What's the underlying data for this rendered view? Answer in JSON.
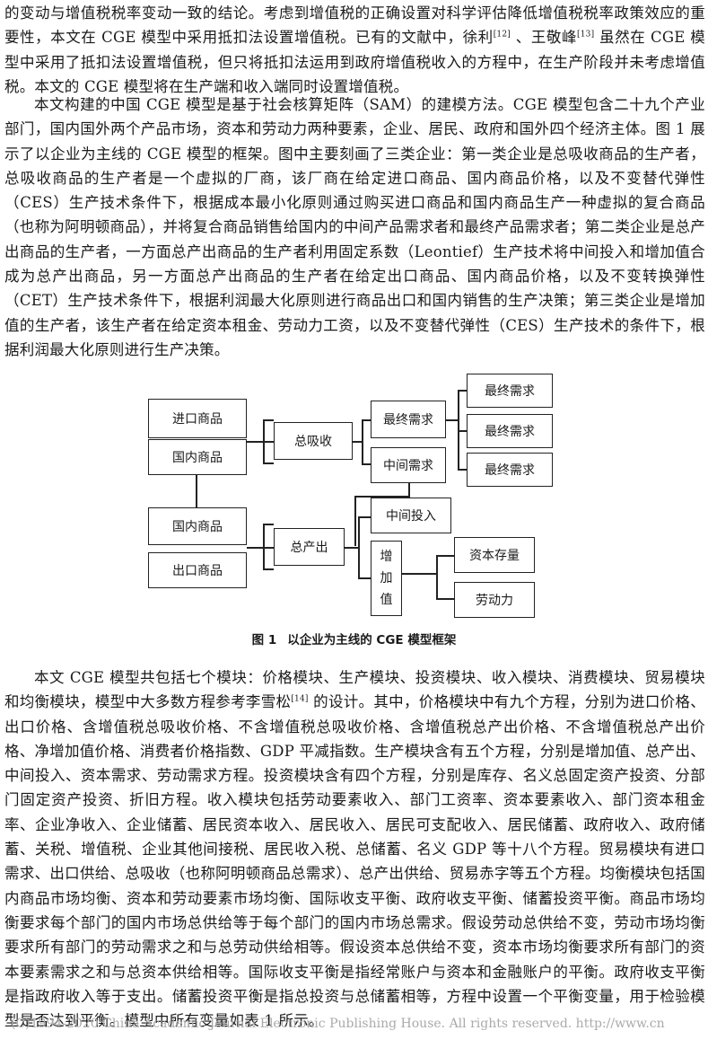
{
  "paragraphs": {
    "p1": {
      "before_ref12": "的变动与增值税税率变动一致的结论。考虑到增值税的正确设置对科学评估降低增值税税率政策效应的重要性，本文在 CGE 模型中采用抵扣法设置增值税。已有的文献中，徐利",
      "ref12": "[12]",
      "between_refs": " 、王敬峰",
      "ref13": "[13]",
      "after_ref13": " 虽然在 CGE 模型中采用了抵扣法设置增值税，但只将抵扣法运用到政府增值税收入的方程中，在生产阶段并未考虑增值税。本文的 CGE 模型将在生产端和收入端同时设置增值税。"
    },
    "p2": "本文构建的中国 CGE 模型是基于社会核算矩阵（SAM）的建模方法。CGE 模型包含二十九个产业部门，国内国外两个产品市场，资本和劳动力两种要素，企业、居民、政府和国外四个经济主体。图 1 展示了以企业为主线的 CGE 模型的框架。图中主要刻画了三类企业：第一类企业是总吸收商品的生产者，总吸收商品的生产者是一个虚拟的厂商，该厂商在给定进口商品、国内商品价格，以及不变替代弹性（CES）生产技术条件下，根据成本最小化原则通过购买进口商品和国内商品生产一种虚拟的复合商品（也称为阿明顿商品），并将复合商品销售给国内的中间产品需求者和最终产品需求者；第二类企业是总产出商品的生产者，一方面总产出商品的生产者利用固定系数（Leontief）生产技术将中间投入和增加值合成为总产出商品，另一方面总产出商品的生产者在给定出口商品、国内商品价格，以及不变转换弹性（CET）生产技术条件下，根据利润最大化原则进行商品出口和国内销售的生产决策；第三类企业是增加值的生产者，该生产者在给定资本租金、劳动力工资，以及不变替代弹性（CES）生产技术的条件下，根据利润最大化原则进行生产决策。",
    "p3": {
      "before_ref14": "本文 CGE 模型共包括七个模块：价格模块、生产模块、投资模块、收入模块、消费模块、贸易模块和均衡模块，模型中大多数方程参考李雪松",
      "ref14": "[14]",
      "after_ref14": " 的设计。其中，价格模块中有九个方程，分别为进口价格、出口价格、含增值税总吸收价格、不含增值税总吸收价格、含增值税总产出价格、不含增值税总产出价格、净增加值价格、消费者价格指数、GDP 平减指数。生产模块含有五个方程，分别是增加值、总产出、中间投入、资本需求、劳动需求方程。投资模块含有四个方程，分别是库存、名义总固定资产投资、分部门固定资产投资、折旧方程。收入模块包括劳动要素收入、部门工资率、资本要素收入、部门资本租金率、企业净收入、企业储蓄、居民资本收入、居民收入、居民可支配收入、居民储蓄、政府收入、政府储蓄、关税、增值税、企业其他间接税、居民收入税、总储蓄、名义 GDP 等十八个方程。贸易模块有进口需求、出口供给、总吸收（也称阿明顿商品总需求）、总产出供给、贸易赤字等五个方程。均衡模块包括国内商品市场均衡、资本和劳动要素市场均衡、国际收支平衡、政府收支平衡、储蓄投资平衡。商品市场均衡要求每个部门的国内市场总供给等于每个部门的国内市场总需求。假设劳动总供给不变，劳动市场均衡要求所有部门的劳动需求之和与总劳动供给相等。假设资本总供给不变，资本市场均衡要求所有部门的资本要素需求之和与总资本供给相等。国际收支平衡是指经常账户与资本和金融账户的平衡。政府收支平衡是指政府收入等于支出。储蓄投资平衡是指总投资与总储蓄相等，方程中设置一个平衡变量，用于检验模型是否达到平衡。模型中所有变量如表 1 所示。"
    }
  },
  "figure": {
    "boxes": {
      "import_goods": "进口商品",
      "domestic_goods_top": "国内商品",
      "total_absorption": "总吸收",
      "final_demand_mid": "最终需求",
      "intermediate_demand": "中间需求",
      "final_demand_1": "最终需求",
      "final_demand_2": "最终需求",
      "final_demand_3": "最终需求",
      "domestic_goods_bottom": "国内商品",
      "export_goods": "出口商品",
      "total_output": "总产出",
      "intermediate_input": "中间投入",
      "value_added_1": "增",
      "value_added_2": "加",
      "value_added_3": "值",
      "capital_stock": "资本存量",
      "labor": "劳动力"
    },
    "caption_label": "图 1",
    "caption_title": "以企业为主线的 CGE 模型框架"
  },
  "footer": "(C)1994-2020 China Academic Journal Electronic Publishing House. All rights reserved.    http://www.cn"
}
